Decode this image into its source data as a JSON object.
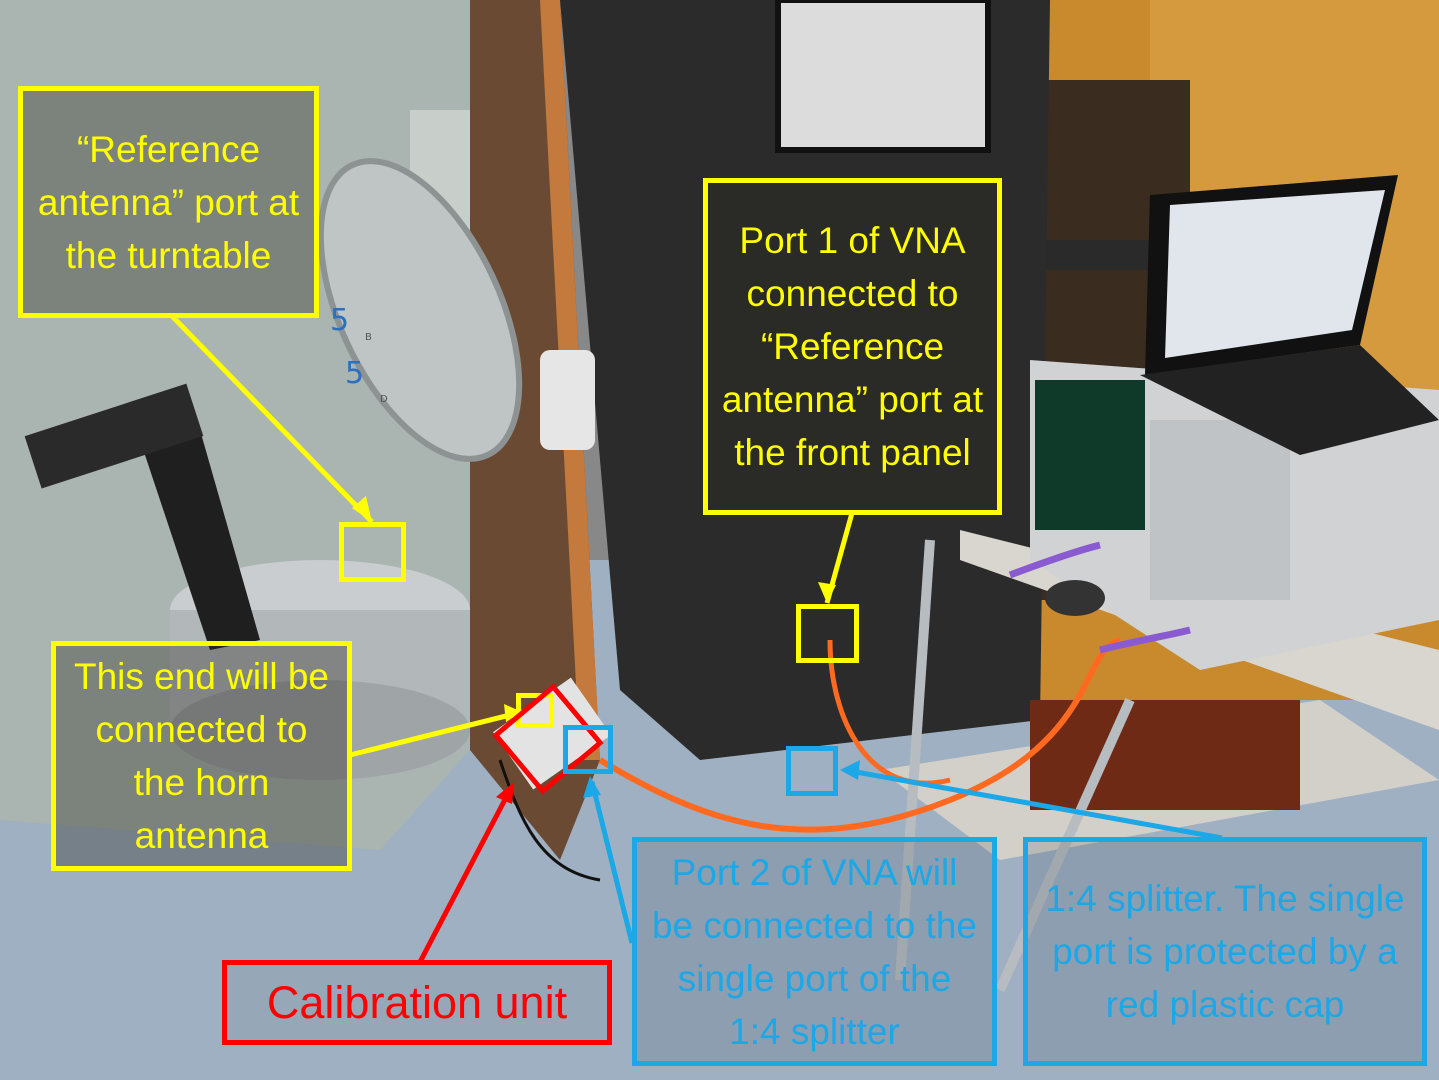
{
  "annotations": {
    "reference_port_turntable": "“Reference antenna” port at the turntable",
    "port1_vna": "Port 1 of VNA connected to “Reference antenna” port at the front panel",
    "horn_end": "This end will be connected to the horn antenna",
    "calibration_unit": "Calibration unit",
    "port2_vna": "Port 2 of VNA will be connected to the single port of the 1:4 splitter",
    "splitter": "1:4 splitter. The single port is protected by a red plastic cap"
  },
  "chamber_marks": [
    "5",
    "5",
    "B",
    "D"
  ],
  "colors": {
    "yellow": "#ffff00",
    "blue": "#1ca7e6",
    "red": "#ff0000"
  }
}
